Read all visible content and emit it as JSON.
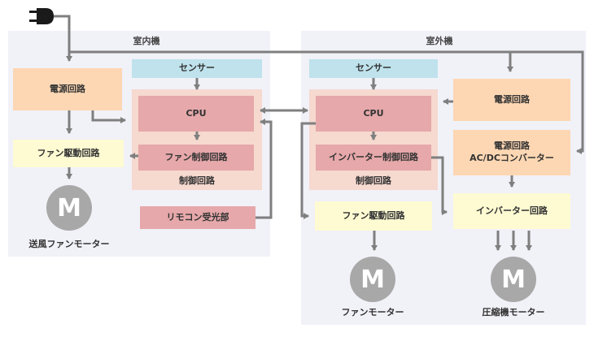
{
  "indoor": {
    "title": "室内機",
    "power_circuit": "電源回路",
    "fan_drive": "ファン駆動回路",
    "motor_letter": "M",
    "fan_motor_label": "送風ファンモーター",
    "sensor": "センサー",
    "cpu": "CPU",
    "fan_control": "ファン制御回路",
    "control_circuit": "制御回路",
    "remote_receiver": "リモコン受光部"
  },
  "outdoor": {
    "title": "室外機",
    "sensor": "センサー",
    "cpu": "CPU",
    "inverter_control": "インバーター制御回路",
    "control_circuit": "制御回路",
    "power_circuit": "電源回路",
    "converter_line1": "電源回路",
    "converter_line2": "AC/DCコンバーター",
    "inverter_circuit": "インバーター回路",
    "fan_drive": "ファン駆動回路",
    "motor_letter": "M",
    "fan_motor_label": "ファンモーター",
    "compressor_motor_label": "圧縮機モーター"
  },
  "colors": {
    "wire": "#7f7f7f",
    "sensor": "#bfe2ec",
    "power": "#fdd7b3",
    "control_bg": "#f6d9cf",
    "cpu": "#e6a8aa",
    "drive": "#fefbd2",
    "motor": "#a8a8a8",
    "panel": "#f1f1f8"
  },
  "icons": {
    "plug": "power-plug-icon"
  }
}
